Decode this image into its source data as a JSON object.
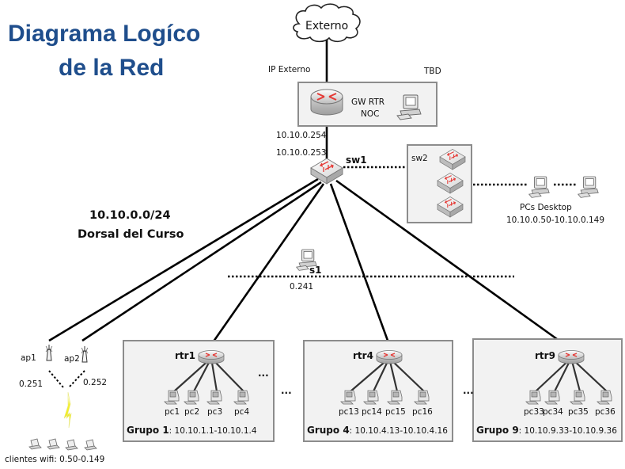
{
  "title": {
    "line1": "Diagrama Logíco",
    "line2": "de la Red",
    "color": "#1f4e8c"
  },
  "cloud": {
    "label": "Externo"
  },
  "labels": {
    "ip_externo": "IP Externo",
    "tbd": "TBD",
    "ip_gw": "10.10.0.254",
    "ip_sw1": "10.10.0.253",
    "subnet": "10.10.0.0/24",
    "backbone": "Dorsal del Curso"
  },
  "gateway": {
    "line1": "GW RTR",
    "line2": "NOC"
  },
  "sw1": {
    "label": "sw1"
  },
  "sw2": {
    "label": "sw2"
  },
  "desktops": {
    "title": "PCs Desktop",
    "range": "10.10.0.50-10.10.0.149"
  },
  "server": {
    "label": "s1",
    "ip": "0.241"
  },
  "wifi": {
    "ap1": {
      "label": "ap1",
      "ip": "0.251"
    },
    "ap2": {
      "label": "ap2",
      "ip": "0.252"
    },
    "clients": "clientes wifi: 0.50-0.149"
  },
  "ellipsis": "...",
  "groups": [
    {
      "router": "rtr1",
      "pcs": [
        "pc1",
        "pc2",
        "pc3",
        "pc4"
      ],
      "name": "Grupo 1",
      "range": ": 10.10.1.1-10.10.1.4"
    },
    {
      "router": "rtr4",
      "pcs": [
        "pc13",
        "pc14",
        "pc15",
        "pc16"
      ],
      "name": "Grupo 4",
      "range": ": 10.10.4.13-10.10.4.16"
    },
    {
      "router": "rtr9",
      "pcs": [
        "pc33",
        "pc34",
        "pc35",
        "pc36"
      ],
      "name": "Grupo 9",
      "range": ": 10.10.9.33-10.10.9.36"
    }
  ],
  "colors": {
    "accent_red": "#e53935",
    "box_border": "#8c8c8c",
    "box_fill": "#f2f2f2",
    "bolt": "#f5f232"
  }
}
